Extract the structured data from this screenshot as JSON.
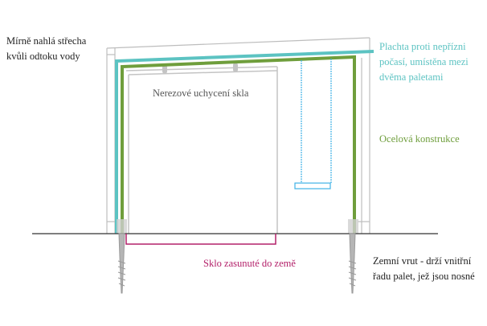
{
  "labels": {
    "roof": [
      "Mírně nahlá střecha",
      "kvůli odtoku vody"
    ],
    "tarp": [
      "Plachta proti nepřízni",
      "počasí, umístěna mezi",
      "dvěma paletami"
    ],
    "steel": "Ocelová konstrukce",
    "clips": "Nerezové uchycení skla",
    "glass_ground": "Sklo zasunuté do země",
    "screw": [
      "Zemní vrut - drží vnitřní",
      "řadu palet, jež jsou nosné"
    ]
  },
  "colors": {
    "tarp": "#5cc3c2",
    "steel": "#6f9e3c",
    "glass": "#b0b0b0",
    "swing": "#3fb2e6",
    "glass_ground": "#b3216a",
    "text": "#222222"
  }
}
